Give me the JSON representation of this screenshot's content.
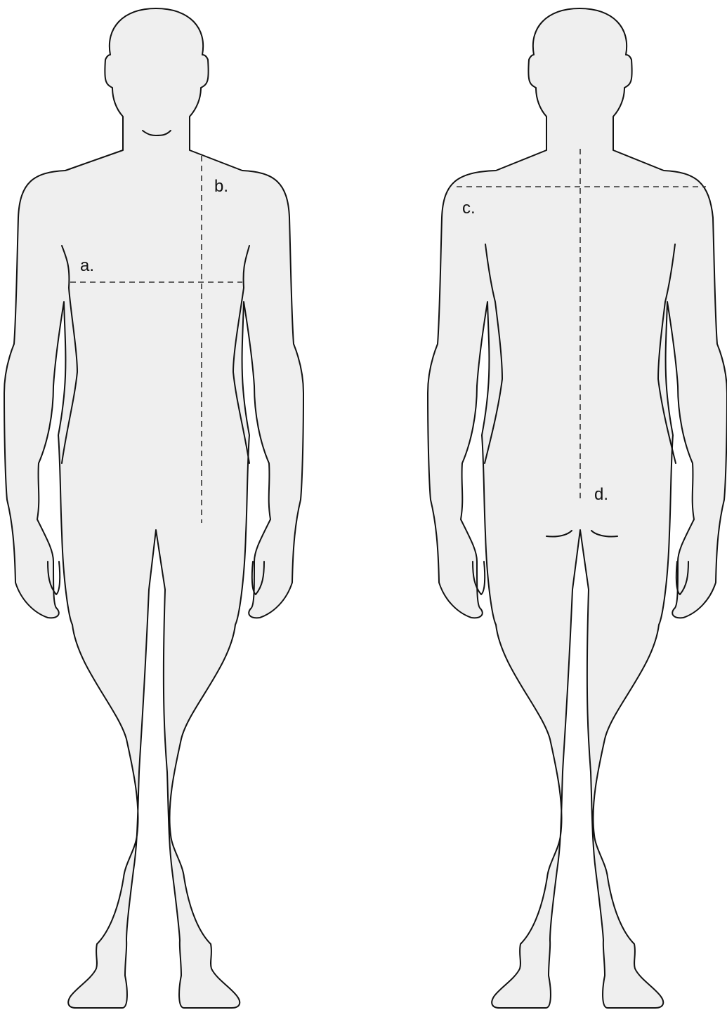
{
  "labels": {
    "a": "a.",
    "b": "b.",
    "c": "c.",
    "d": "d."
  },
  "colors": {
    "body_fill": "#efefef",
    "outline": "#111111",
    "measure_line": "#333333",
    "background": "#ffffff"
  }
}
